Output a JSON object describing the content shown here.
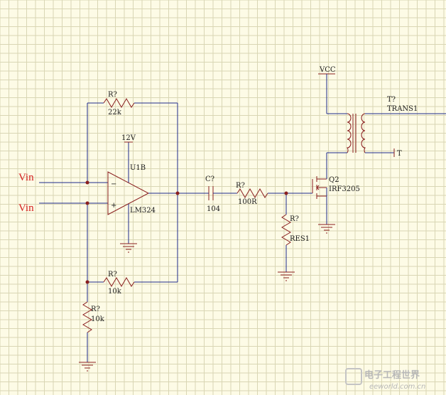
{
  "schematic": {
    "inputs": [
      "Vin",
      "Vin"
    ],
    "opamp": {
      "ref": "U1B",
      "part": "LM324",
      "supply": "12V",
      "minus": "−",
      "plus": "+"
    },
    "r_feedback": {
      "ref": "R?",
      "value": "22k"
    },
    "r_ground": {
      "ref": "R?",
      "value": "10k"
    },
    "r_bias": {
      "ref": "R?",
      "value": "10k"
    },
    "capacitor": {
      "ref": "C?",
      "value": "104"
    },
    "r_gate": {
      "ref": "R?",
      "value": "100R"
    },
    "r_source": {
      "ref": "R?",
      "value": "RES1"
    },
    "mosfet": {
      "ref": "Q2",
      "part": "IRF3205"
    },
    "supply_vcc": "VCC",
    "transformer": {
      "ref": "T?",
      "part": "TRANS1"
    },
    "terminal": "T"
  },
  "watermark": {
    "cn": "电子工程世界",
    "en": "eeworld.com.cn"
  },
  "colors": {
    "wire": "#1f2b8a",
    "part": "#8a1f1f",
    "input_label": "#d42020",
    "grid": "#d9d6b4",
    "background": "#fdfbe6"
  }
}
